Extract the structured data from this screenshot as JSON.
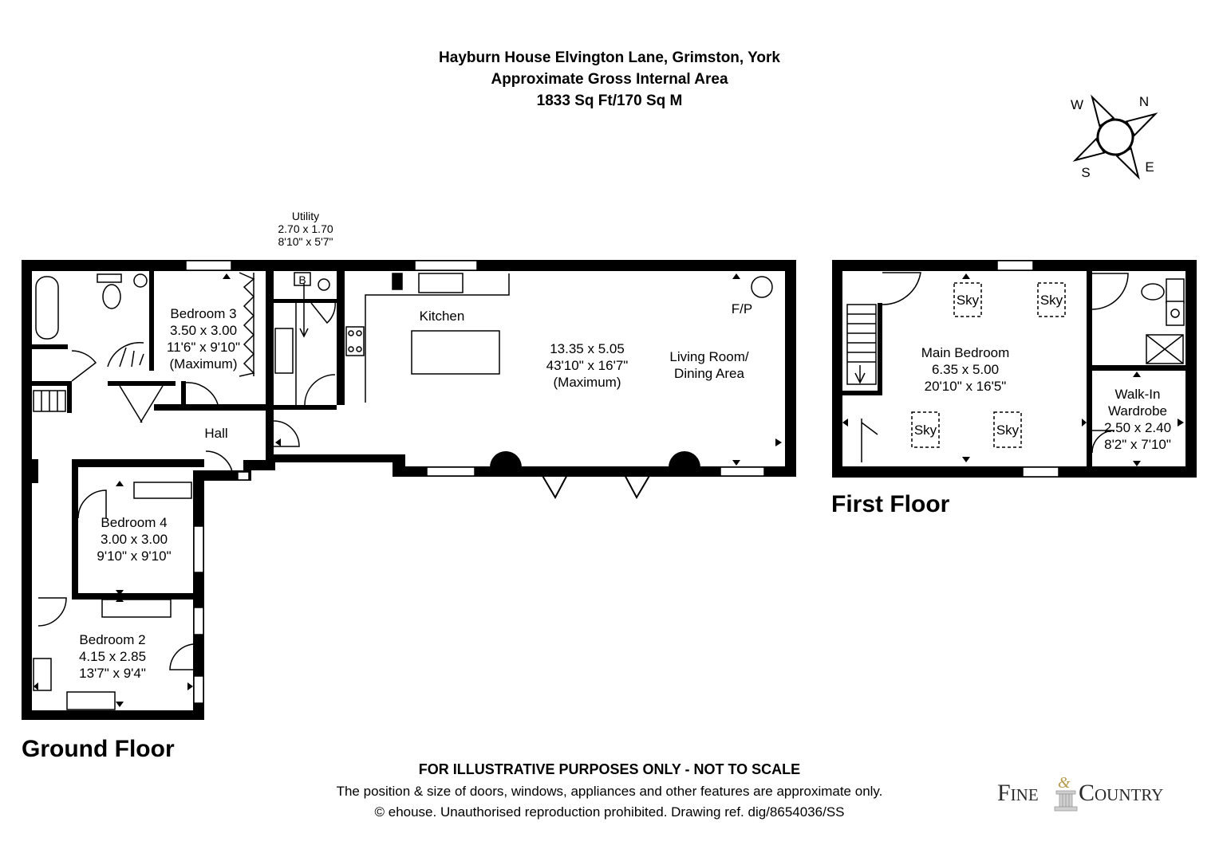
{
  "header": {
    "address": "Hayburn House Elvington Lane, Grimston, York",
    "area_title": "Approximate Gross Internal Area",
    "area_value": "1833 Sq Ft/170 Sq M"
  },
  "compass": {
    "n": "N",
    "e": "E",
    "s": "S",
    "w": "W"
  },
  "ground_floor": {
    "label": "Ground Floor",
    "utility": {
      "name": "Utility",
      "metric": "2.70 x 1.70",
      "imperial": "8'10\" x 5'7\""
    },
    "bedroom3": {
      "name": "Bedroom 3",
      "metric": "3.50 x 3.00",
      "imperial": "11'6\" x 9'10\"",
      "note": "(Maximum)"
    },
    "kitchen": {
      "name": "Kitchen"
    },
    "living": {
      "metric": "13.35 x 5.05",
      "imperial": "43'10\" x 16'7\"",
      "note": "(Maximum)",
      "name1": "Living Room/",
      "name2": "Dining Area"
    },
    "fp": "F/P",
    "boiler": "B",
    "hall": "Hall",
    "bedroom4": {
      "name": "Bedroom 4",
      "metric": "3.00 x 3.00",
      "imperial": "9'10\" x 9'10\""
    },
    "bedroom2": {
      "name": "Bedroom 2",
      "metric": "4.15 x 2.85",
      "imperial": "13'7\" x 9'4\""
    }
  },
  "first_floor": {
    "label": "First Floor",
    "main_bedroom": {
      "name": "Main Bedroom",
      "metric": "6.35 x 5.00",
      "imperial": "20'10\" x 16'5\""
    },
    "sky": "Sky",
    "walkin": {
      "name1": "Walk-In",
      "name2": "Wardrobe",
      "metric": "2.50 x 2.40",
      "imperial": "8'2\" x 7'10\""
    }
  },
  "footer": {
    "disclaimer": "FOR ILLUSTRATIVE PURPOSES ONLY - NOT TO SCALE",
    "note": "The position & size of doors, windows, appliances and other features are approximate only.",
    "copyright": "© ehouse. Unauthorised reproduction prohibited. Drawing ref. dig/8654036/SS"
  },
  "logo": {
    "word1": "Fine",
    "amp": "&",
    "word2": "Country",
    "accent": "#b79a4a"
  }
}
